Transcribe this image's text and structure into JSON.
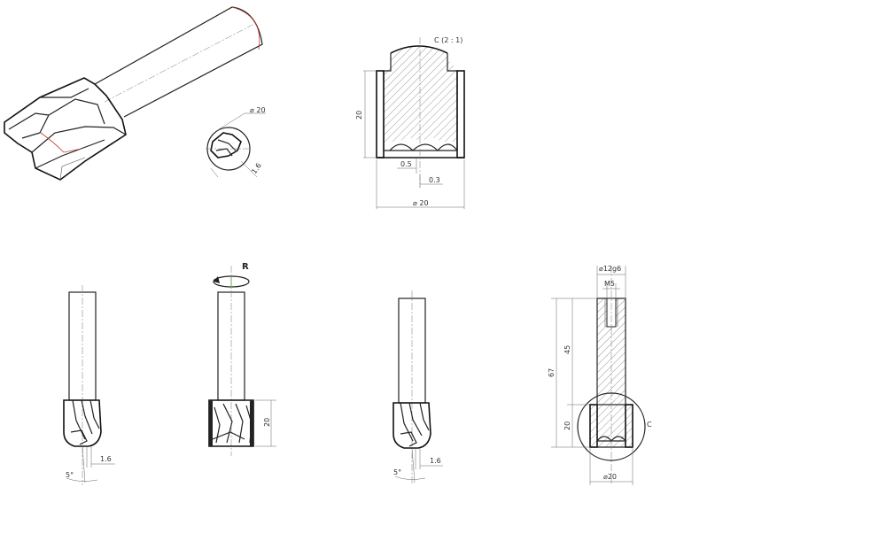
{
  "annotations": {
    "detail_diameter": "⌀ 20",
    "detail_depth": "1.6",
    "section_title": "C (2 : 1)",
    "section_height": "20",
    "section_diameter": "⌀ 20",
    "section_gap": "0.5",
    "section_radius": "0.3",
    "view1_angle": "5°",
    "view1_depth": "1.6",
    "rotation_label": "R",
    "view2_height": "20",
    "view3_angle": "5°",
    "view3_depth": "1.6",
    "view4_shank": "⌀12g6",
    "view4_thread": "M5",
    "view4_overall": "67",
    "view4_shank_len": "45",
    "view4_cut_len": "20",
    "view4_diameter": "⌀20",
    "view4_detail": "C"
  }
}
